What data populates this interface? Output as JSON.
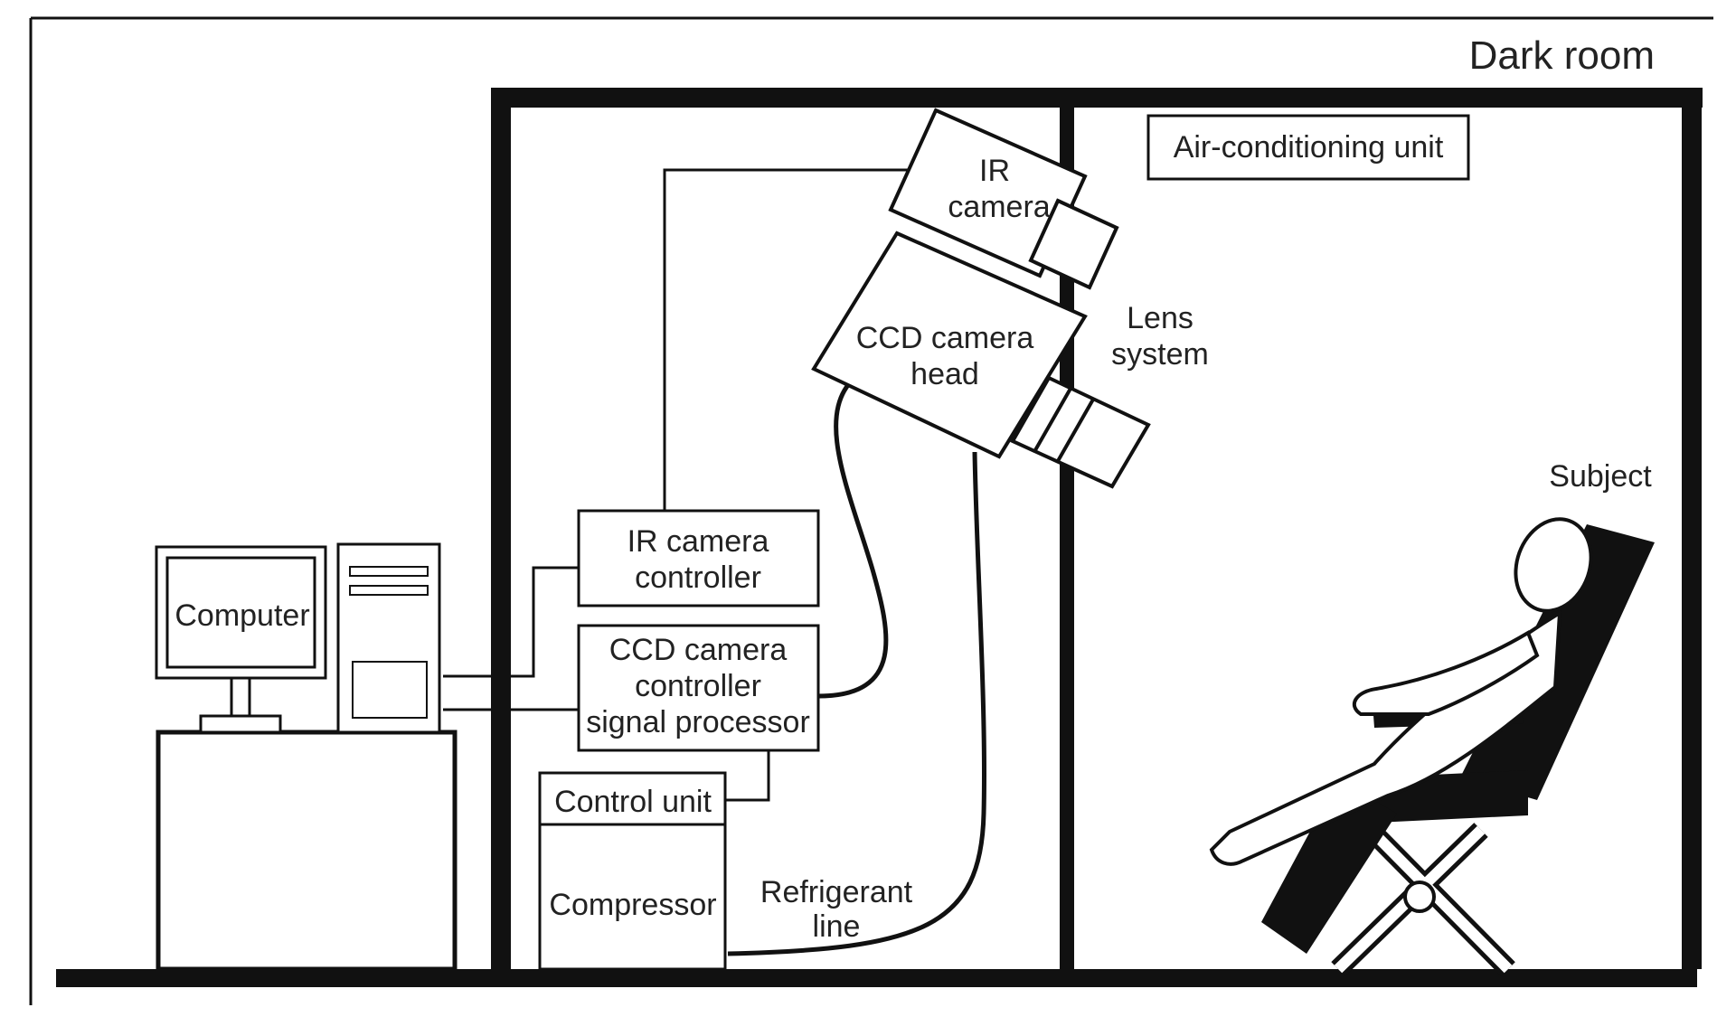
{
  "labels": {
    "dark_room": "Dark room",
    "air_conditioning": "Air-conditioning unit",
    "ir_camera_l1": "IR",
    "ir_camera_l2": "camera",
    "ccd_head_l1": "CCD camera",
    "ccd_head_l2": "head",
    "lens_l1": "Lens",
    "lens_l2": "system",
    "subject": "Subject",
    "ir_ctrl_l1": "IR camera",
    "ir_ctrl_l2": "controller",
    "ccd_ctrl_l1": "CCD camera",
    "ccd_ctrl_l2": "controller",
    "ccd_ctrl_l3": "signal processor",
    "computer": "Computer",
    "control_unit": "Control unit",
    "compressor": "Compressor",
    "refrigerant_l1": "Refrigerant",
    "refrigerant_l2": "line"
  },
  "colors": {
    "ink": "#111111",
    "background": "#ffffff",
    "text": "#222222"
  }
}
